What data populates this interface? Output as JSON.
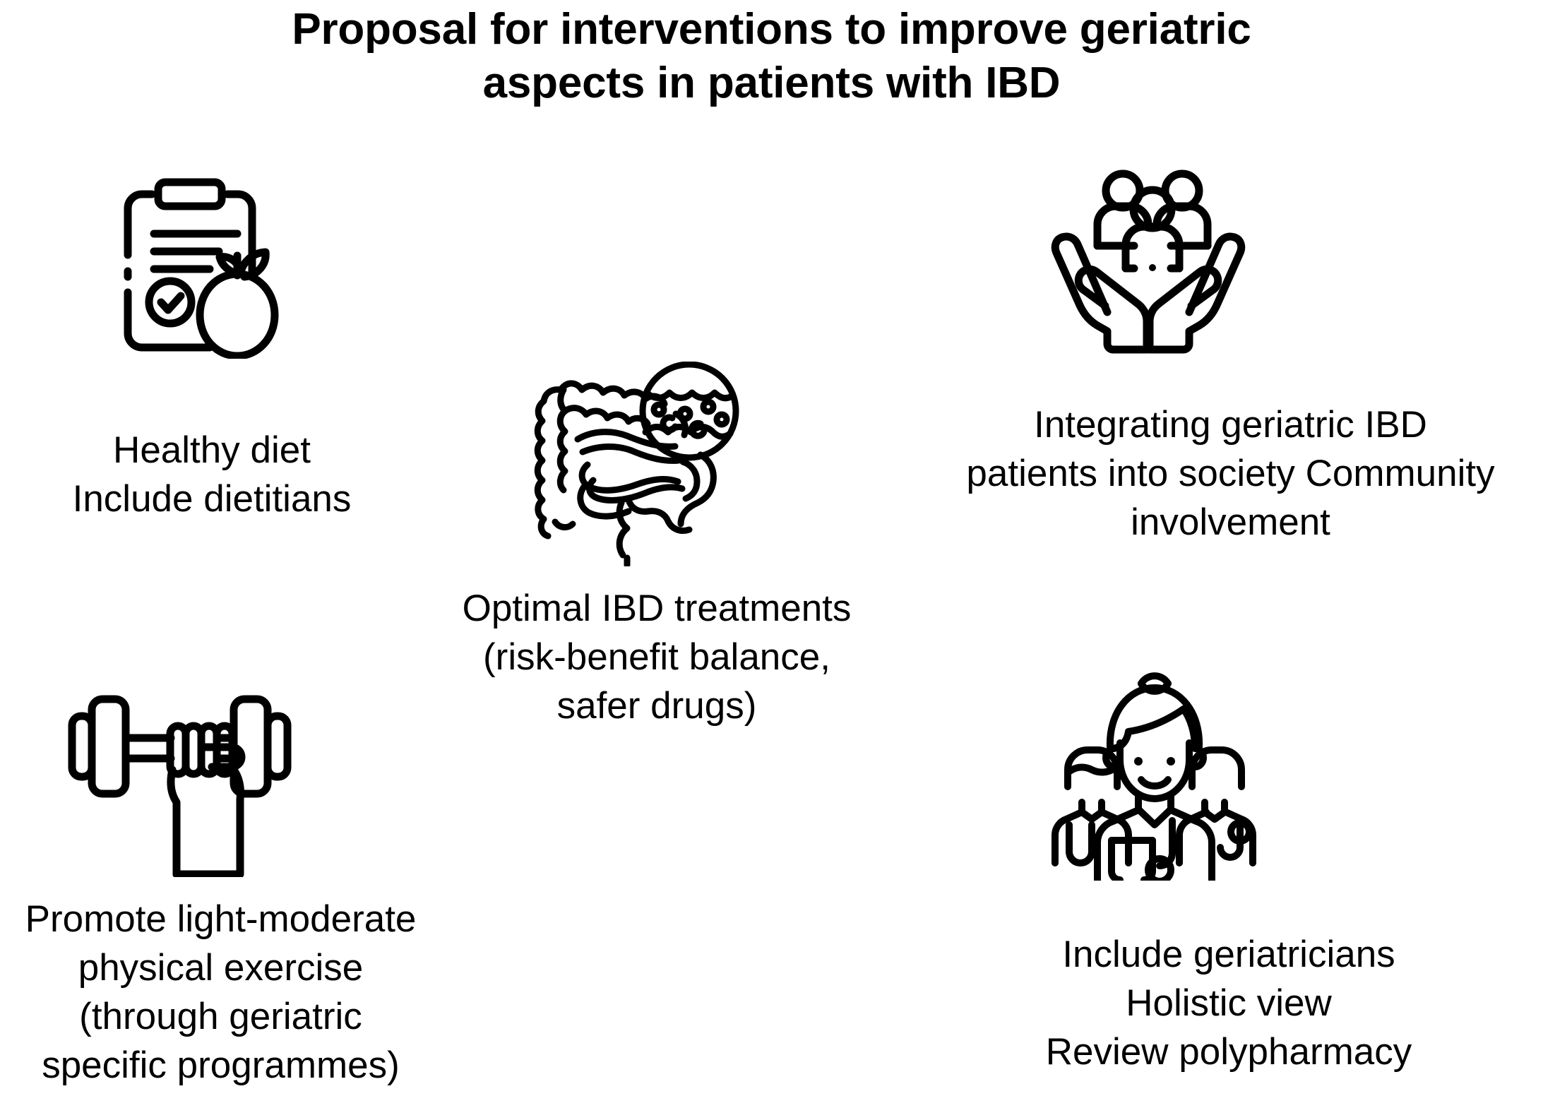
{
  "title": {
    "full": "Proposal for interventions to improve geriatric aspects in patients with IBD",
    "line1": "Proposal for interventions to improve geriatric",
    "line2": "aspects in patients with IBD"
  },
  "colors": {
    "background": "#ffffff",
    "ink": "#000000"
  },
  "items": [
    {
      "id": "healthy-diet",
      "icon": "clipboard-apple-icon",
      "caption_lines": [
        "Healthy diet",
        "Include dietitians"
      ]
    },
    {
      "id": "optimal-ibd-treatments",
      "icon": "intestine-microbiota-icon",
      "caption_lines": [
        "Optimal IBD treatments",
        "(risk-benefit balance,",
        "safer drugs)"
      ]
    },
    {
      "id": "integrating-into-society",
      "icon": "hands-holding-people-icon",
      "caption_lines": [
        "Integrating geriatric IBD",
        "patients into society Community",
        "involvement"
      ]
    },
    {
      "id": "physical-exercise",
      "icon": "hand-dumbbell-icon",
      "caption_lines": [
        "Promote light-moderate",
        "physical exercise",
        "(through geriatric",
        "specific programmes)"
      ]
    },
    {
      "id": "include-geriatricians",
      "icon": "doctor-team-icon",
      "caption_lines": [
        "Include geriatricians",
        "Holistic view",
        "Review polypharmacy"
      ]
    }
  ]
}
